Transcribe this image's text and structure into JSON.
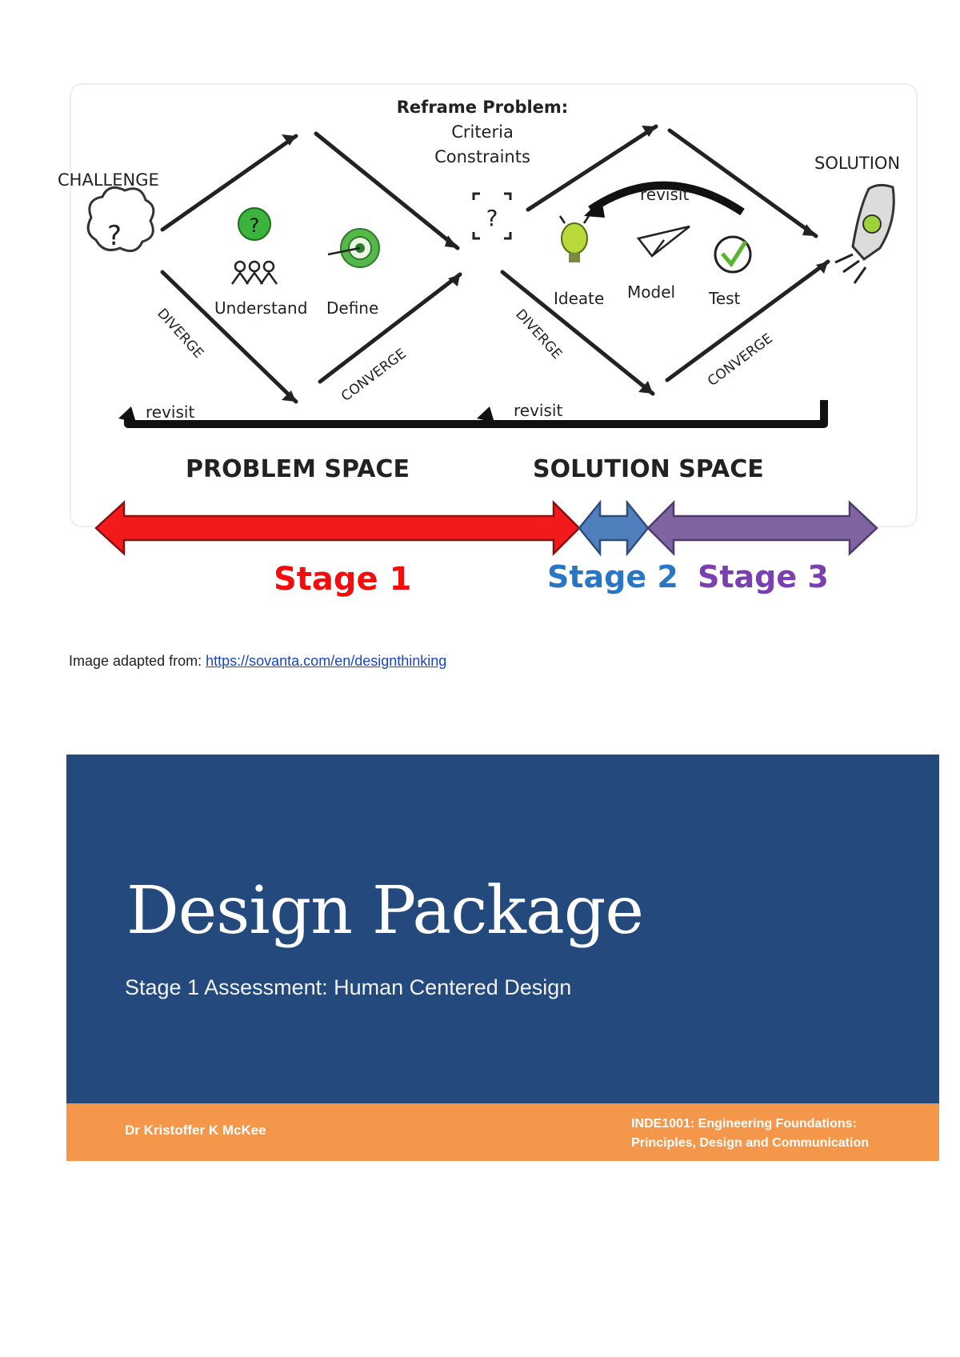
{
  "diagram": {
    "challenge": "CHALLENGE",
    "solution": "SOLUTION",
    "reframe": [
      "Reframe Problem:",
      "Criteria",
      "Constraints"
    ],
    "steps": {
      "understand": "Understand",
      "define": "Define",
      "ideate": "Ideate",
      "model": "Model",
      "test": "Test"
    },
    "diverge": "DIVERGE",
    "converge": "CONVERGE",
    "revisit": "revisit",
    "problem_space": "PROBLEM SPACE",
    "solution_space": "SOLUTION SPACE",
    "stages": [
      {
        "label": "Stage 1",
        "color": "#f40d0d"
      },
      {
        "label": "Stage 2",
        "color": "#2a76c6"
      },
      {
        "label": "Stage 3",
        "color": "#7a3fb0"
      }
    ],
    "arrow_colors": {
      "stage1": "#f21a1a",
      "stage2": "#4f80bd",
      "stage3": "#8064a2"
    }
  },
  "credit": {
    "prefix": "Image adapted from: ",
    "link": "https://sovanta.com/en/designthinking"
  },
  "cover": {
    "title": "Design Package",
    "subtitle": "Stage 1 Assessment: Human Centered Design",
    "author": "Dr Kristoffer K McKee",
    "course_line1": "INDE1001: Engineering Foundations:",
    "course_line2": "Principles, Design and Communication",
    "colors": {
      "blue": "#24497c",
      "orange": "#f4974b"
    }
  }
}
